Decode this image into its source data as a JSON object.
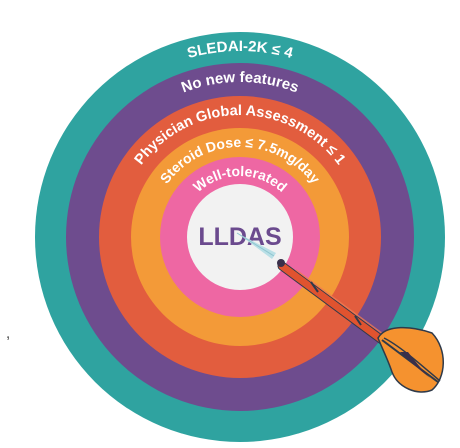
{
  "rings": [
    {
      "label": "SLEDAI-2K ≤ 4",
      "color": "#2fa3a0"
    },
    {
      "label": "No new features",
      "color": "#6e4c8e"
    },
    {
      "label": "Physician Global Assessment ≤ 1",
      "color": "#e25d3e"
    },
    {
      "label": "Steroid Dose ≤ 7.5mg/day",
      "color": "#f39a38"
    },
    {
      "label": "Well-tolerated",
      "color": "#ee67a3"
    }
  ],
  "center": {
    "label": "LLDAS",
    "color": "#f2f2f2",
    "text_color": "#6b4a8e"
  },
  "edge_fragment": ",",
  "dart": {
    "shaft_color": "#e0532f",
    "flight_color": "#f5922f",
    "tip_color": "#b9dfe6"
  }
}
